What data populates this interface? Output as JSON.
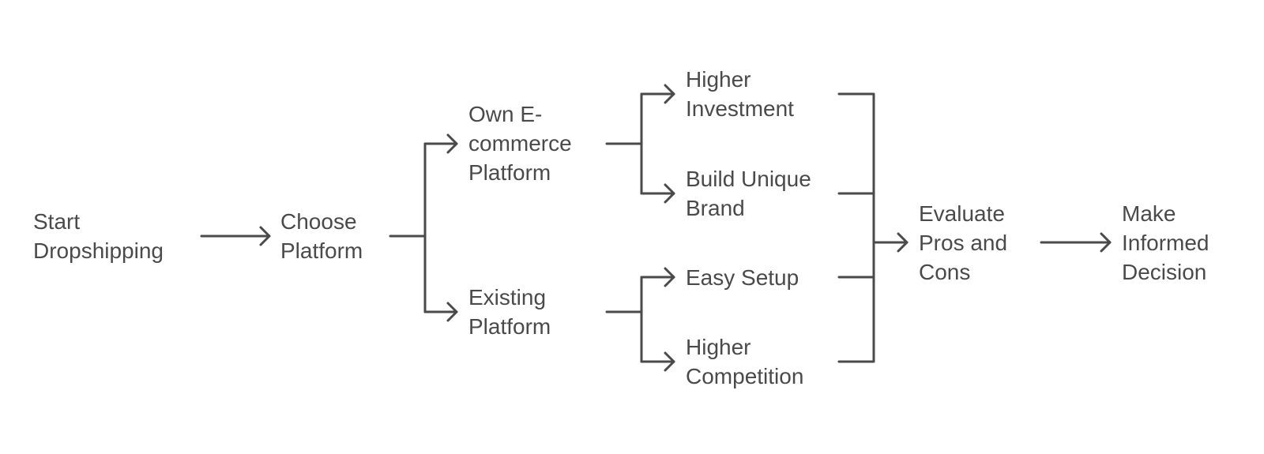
{
  "nodes": {
    "start": "Start\nDropshipping",
    "choose": "Choose\nPlatform",
    "own": "Own E-\ncommerce\nPlatform",
    "existing": "Existing\nPlatform",
    "higher_investment": "Higher\nInvestment",
    "build_brand": "Build Unique\nBrand",
    "easy_setup": "Easy Setup",
    "higher_competition": "Higher\nCompetition",
    "evaluate": "Evaluate\nPros and\nCons",
    "decision": "Make\nInformed\nDecision"
  },
  "colors": {
    "line": "#4a4a4a",
    "text": "#4a4a4a",
    "background": "#ffffff"
  }
}
